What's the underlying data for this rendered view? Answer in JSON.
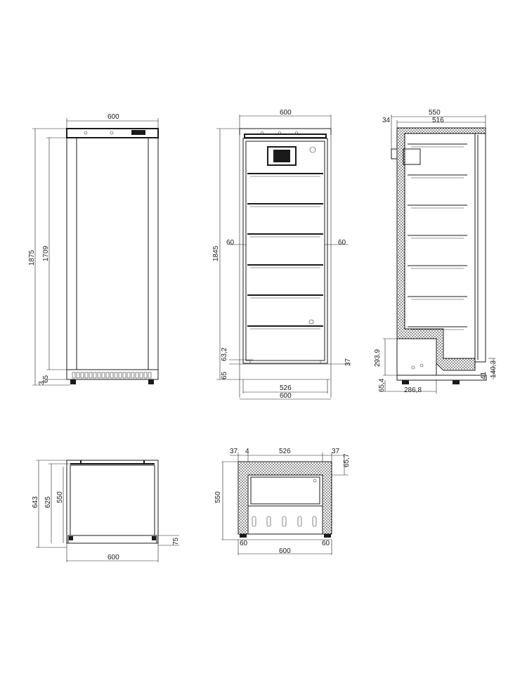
{
  "views": {
    "front": {
      "width": "600",
      "height_total": "1875",
      "height_body": "1709",
      "foot_a": "65",
      "foot_b": "3"
    },
    "interior": {
      "width_outer": "600",
      "width_bottom": "600",
      "width_inner": "526",
      "height": "1845",
      "side_left": "60",
      "side_right": "60",
      "base_a": "63,2",
      "base_b": "65",
      "base_c": "37"
    },
    "side": {
      "depth_outer": "550",
      "depth_inner": "516",
      "door": "34",
      "comp_height": "293,9",
      "foot_height": "65,4",
      "comp_depth": "286,8",
      "grille_height": "140,3",
      "small_a": "41"
    },
    "top": {
      "depth_total": "643",
      "depth_mid": "625",
      "depth_inner": "550",
      "width": "600",
      "handle": "75"
    },
    "section": {
      "wall_left": "37",
      "gap_left": "4",
      "inner_width": "526",
      "wall_right": "37",
      "top_height": "65,7",
      "depth": "550",
      "side_left": "60",
      "side_right": "60",
      "width": "600"
    }
  }
}
